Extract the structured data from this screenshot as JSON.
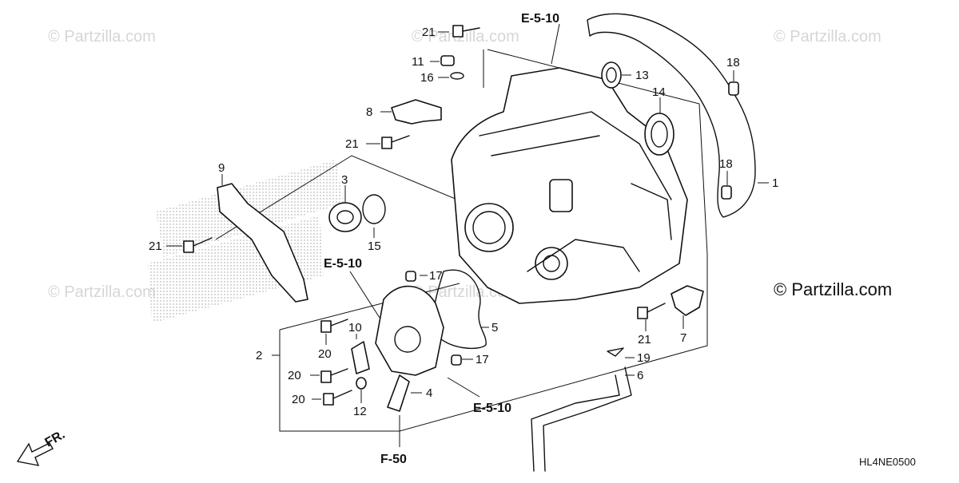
{
  "watermarks": [
    "© Partzilla.com",
    "© Partzilla.com",
    "© Partzilla.com",
    "© Partzilla.com",
    "© Partzilla.com"
  ],
  "brand": "© Partzilla.com",
  "diagram_code": "HL4NE0500",
  "front_marker": "FR.",
  "ref_labels": {
    "e510_top": "E-5-10",
    "e510_left": "E-5-10",
    "e510_bottom": "E-5-10",
    "f50": "F-50"
  },
  "callouts": {
    "c1": "1",
    "c2": "2",
    "c3": "3",
    "c4": "4",
    "c5": "5",
    "c6": "6",
    "c7": "7",
    "c8": "8",
    "c9": "9",
    "c10": "10",
    "c11": "11",
    "c12": "12",
    "c13": "13",
    "c14": "14",
    "c15": "15",
    "c16": "16",
    "c17a": "17",
    "c17b": "17",
    "c18a": "18",
    "c18b": "18",
    "c19": "19",
    "c20a": "20",
    "c20b": "20",
    "c20c": "20",
    "c21a": "21",
    "c21b": "21",
    "c21c": "21",
    "c21d": "21"
  }
}
